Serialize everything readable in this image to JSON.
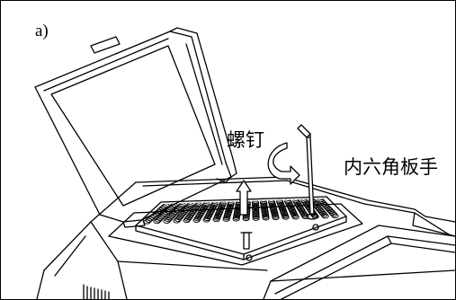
{
  "panel_label": "a)",
  "callouts": {
    "screw": "螺钉",
    "hex_wrench": "内六角板手"
  },
  "icons": {
    "rotation": "curved-rotation-arrow-icon",
    "lift": "upward-arrow-icon"
  },
  "colors": {
    "line": "#000000",
    "background": "#ffffff"
  }
}
